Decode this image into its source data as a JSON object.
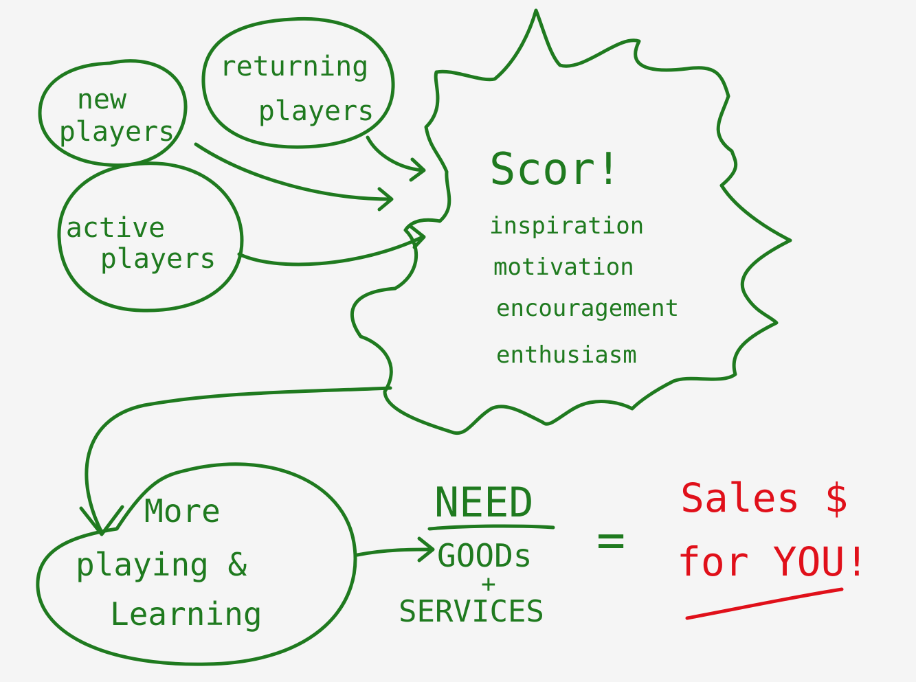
{
  "colors": {
    "background": "#f5f5f5",
    "ink_green": "#1f7a1f",
    "ink_red": "#e0101a"
  },
  "nodes": {
    "new_players": [
      "new",
      "players"
    ],
    "returning_players": [
      "returning",
      "players"
    ],
    "active_players": [
      "active",
      "players"
    ],
    "scor": {
      "title": "Scor!",
      "items": [
        "inspiration",
        "motivation",
        "encouragement",
        "enthusiasm"
      ]
    },
    "more_playing": [
      "More",
      "playing &",
      "Learning"
    ],
    "need": {
      "title": "NEED",
      "line1": "GOODs",
      "plus": "+",
      "line2": "SERVICES"
    },
    "equals": "=",
    "result": [
      "Sales $",
      "for YOU!"
    ]
  }
}
